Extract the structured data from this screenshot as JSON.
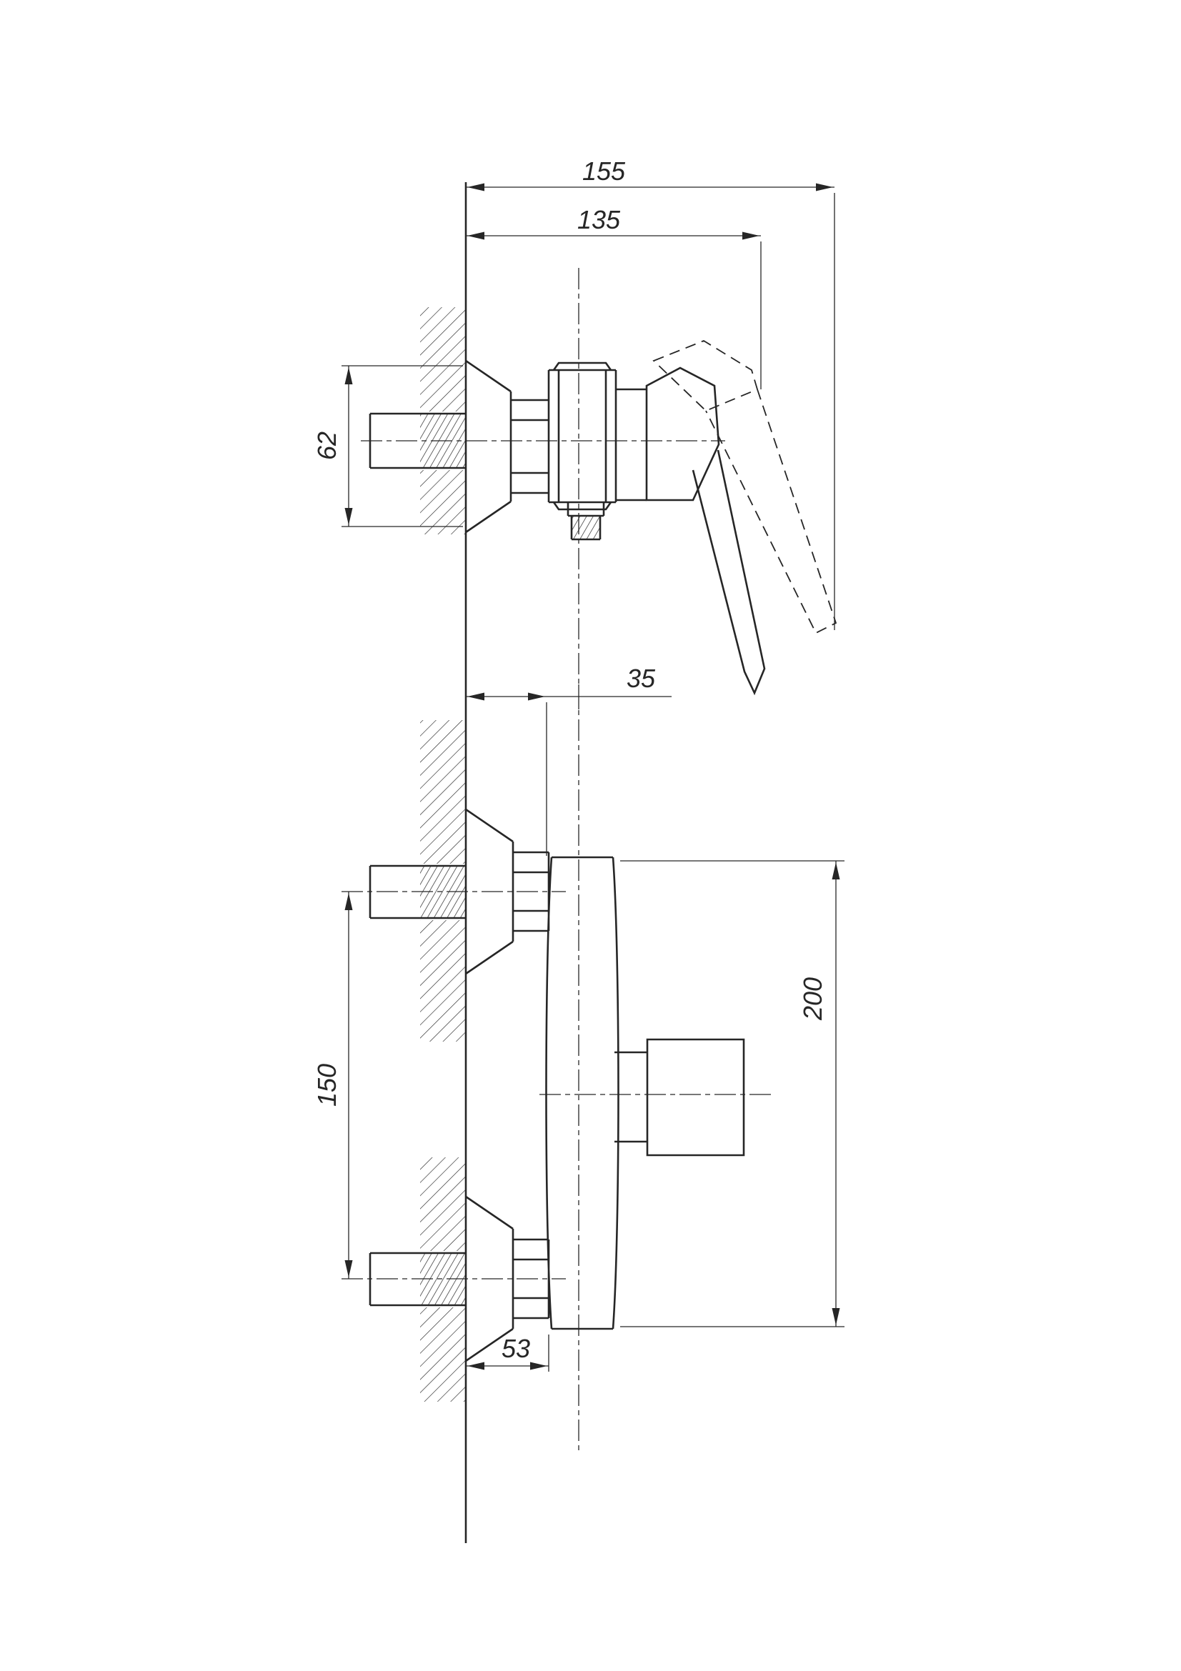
{
  "drawing": {
    "type": "technical-drawing",
    "subject": "wall-mounted single-lever shower mixer, orthographic views with dimensions",
    "background": "#ffffff",
    "line_color": "#262626",
    "dimensions": {
      "overall_depth": "155",
      "handle_reach": "135",
      "inlet_block_height": "62",
      "wall_to_body_rear": "35",
      "body_height": "200",
      "inlet_spacing": "150",
      "wall_to_body_front": "53"
    }
  }
}
